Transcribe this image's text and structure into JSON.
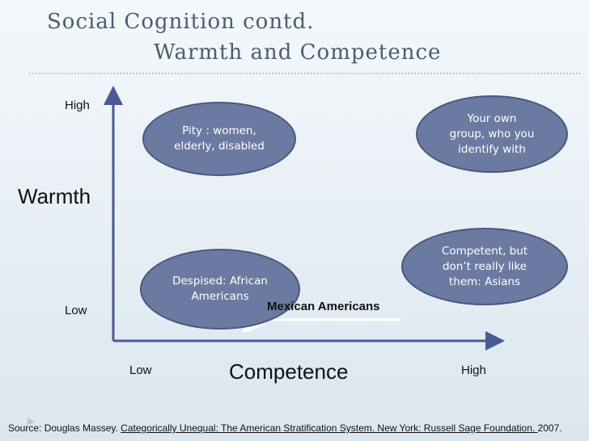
{
  "title_line1": "Social Cognition contd.",
  "title_line2": "Warmth and Competence",
  "y_axis": {
    "label": "Warmth",
    "high": "High",
    "low": "Low"
  },
  "x_axis": {
    "label": "Competence",
    "low": "Low",
    "high": "High"
  },
  "bubbles": [
    {
      "text": "Pity : women,\nelderly, disabled"
    },
    {
      "text": "Your own\ngroup, who you\nidentify with"
    },
    {
      "text": "Despised: African\nAmericans"
    },
    {
      "text": "Competent, but\ndon’t really like\nthem:  Asians"
    }
  ],
  "arrow_label": "Mexican Americans",
  "source": {
    "prefix": "Source: Douglas Massey. ",
    "title": "Categorically Unequal: The American Stratification System. New York: Russell Sage Foundation. ",
    "suffix": "2007."
  },
  "colors": {
    "bubble": "#6b7aa1",
    "title": "#4b5d70",
    "axis": "#4a5a95"
  }
}
